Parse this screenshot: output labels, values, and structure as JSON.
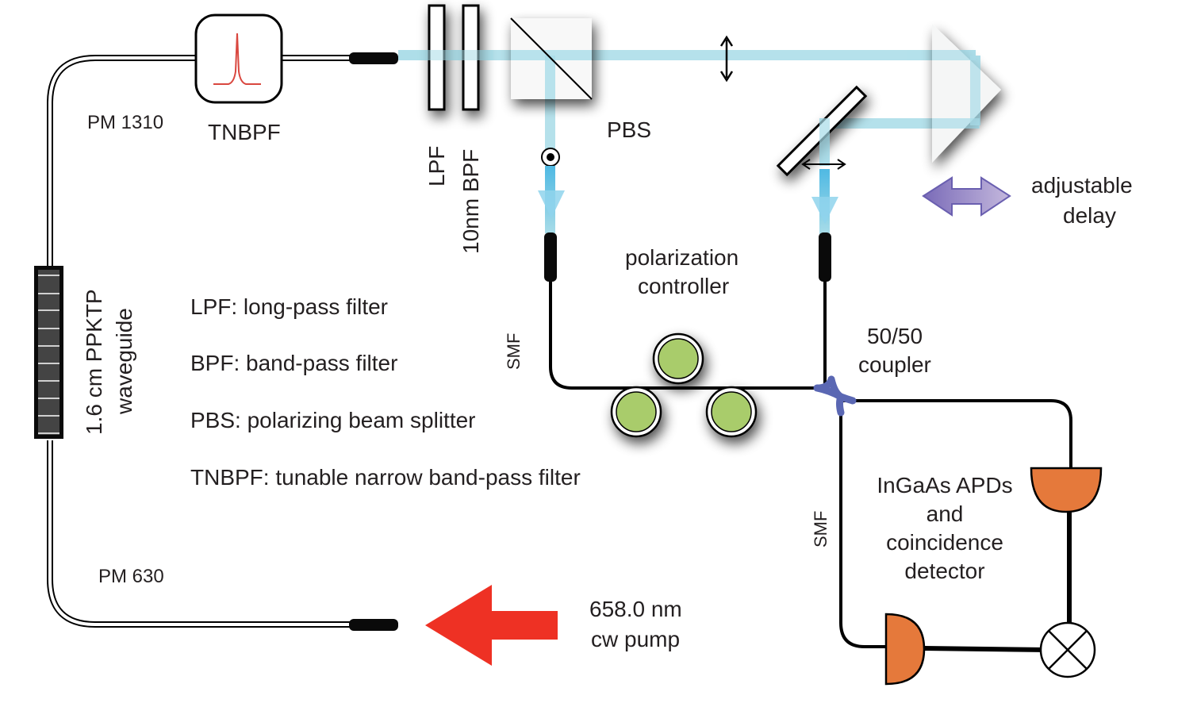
{
  "title": "Optical setup: PPKTP waveguide photon-pair source with HOM interferometer",
  "colors": {
    "beam": "#a8dce8",
    "beam_dark": "#5fc3e6",
    "pump": "#ee3124",
    "paddle": "#a9cc6b",
    "coupler": "#5a67b3",
    "detector": "#e5793b",
    "delay_arrow": "#8b7fc4",
    "filter_curve": "#d9473f"
  },
  "labels": {
    "pm1310": "PM 1310",
    "tnbpf": "TNBPF",
    "lpf": "LPF",
    "bpf": "10nm BPF",
    "pbs": "PBS",
    "adjustable": "adjustable",
    "delay": "delay",
    "polarization": "polarization",
    "controller": "controller",
    "smf_left": "SMF",
    "smf_right": "SMF",
    "coupler_ratio": "50/50",
    "coupler": "coupler",
    "waveguide_line1": "1.6 cm PPKTP",
    "waveguide_line2": "waveguide",
    "pm630": "PM 630",
    "pump_wavelength": "658.0 nm",
    "pump_type": "cw pump",
    "detector_line1": "InGaAs APDs",
    "detector_line2": "and",
    "detector_line3": "coincidence",
    "detector_line4": "detector"
  },
  "legend": [
    "LPF: long-pass filter",
    "BPF: band-pass filter",
    "PBS: polarizing beam splitter",
    "TNBPF: tunable narrow band-pass filter"
  ],
  "icons": {
    "polarization_out_of_plane": "dot-in-circle",
    "polarization_in_plane": "double-arrow-vertical",
    "coincidence": "circle-x"
  }
}
